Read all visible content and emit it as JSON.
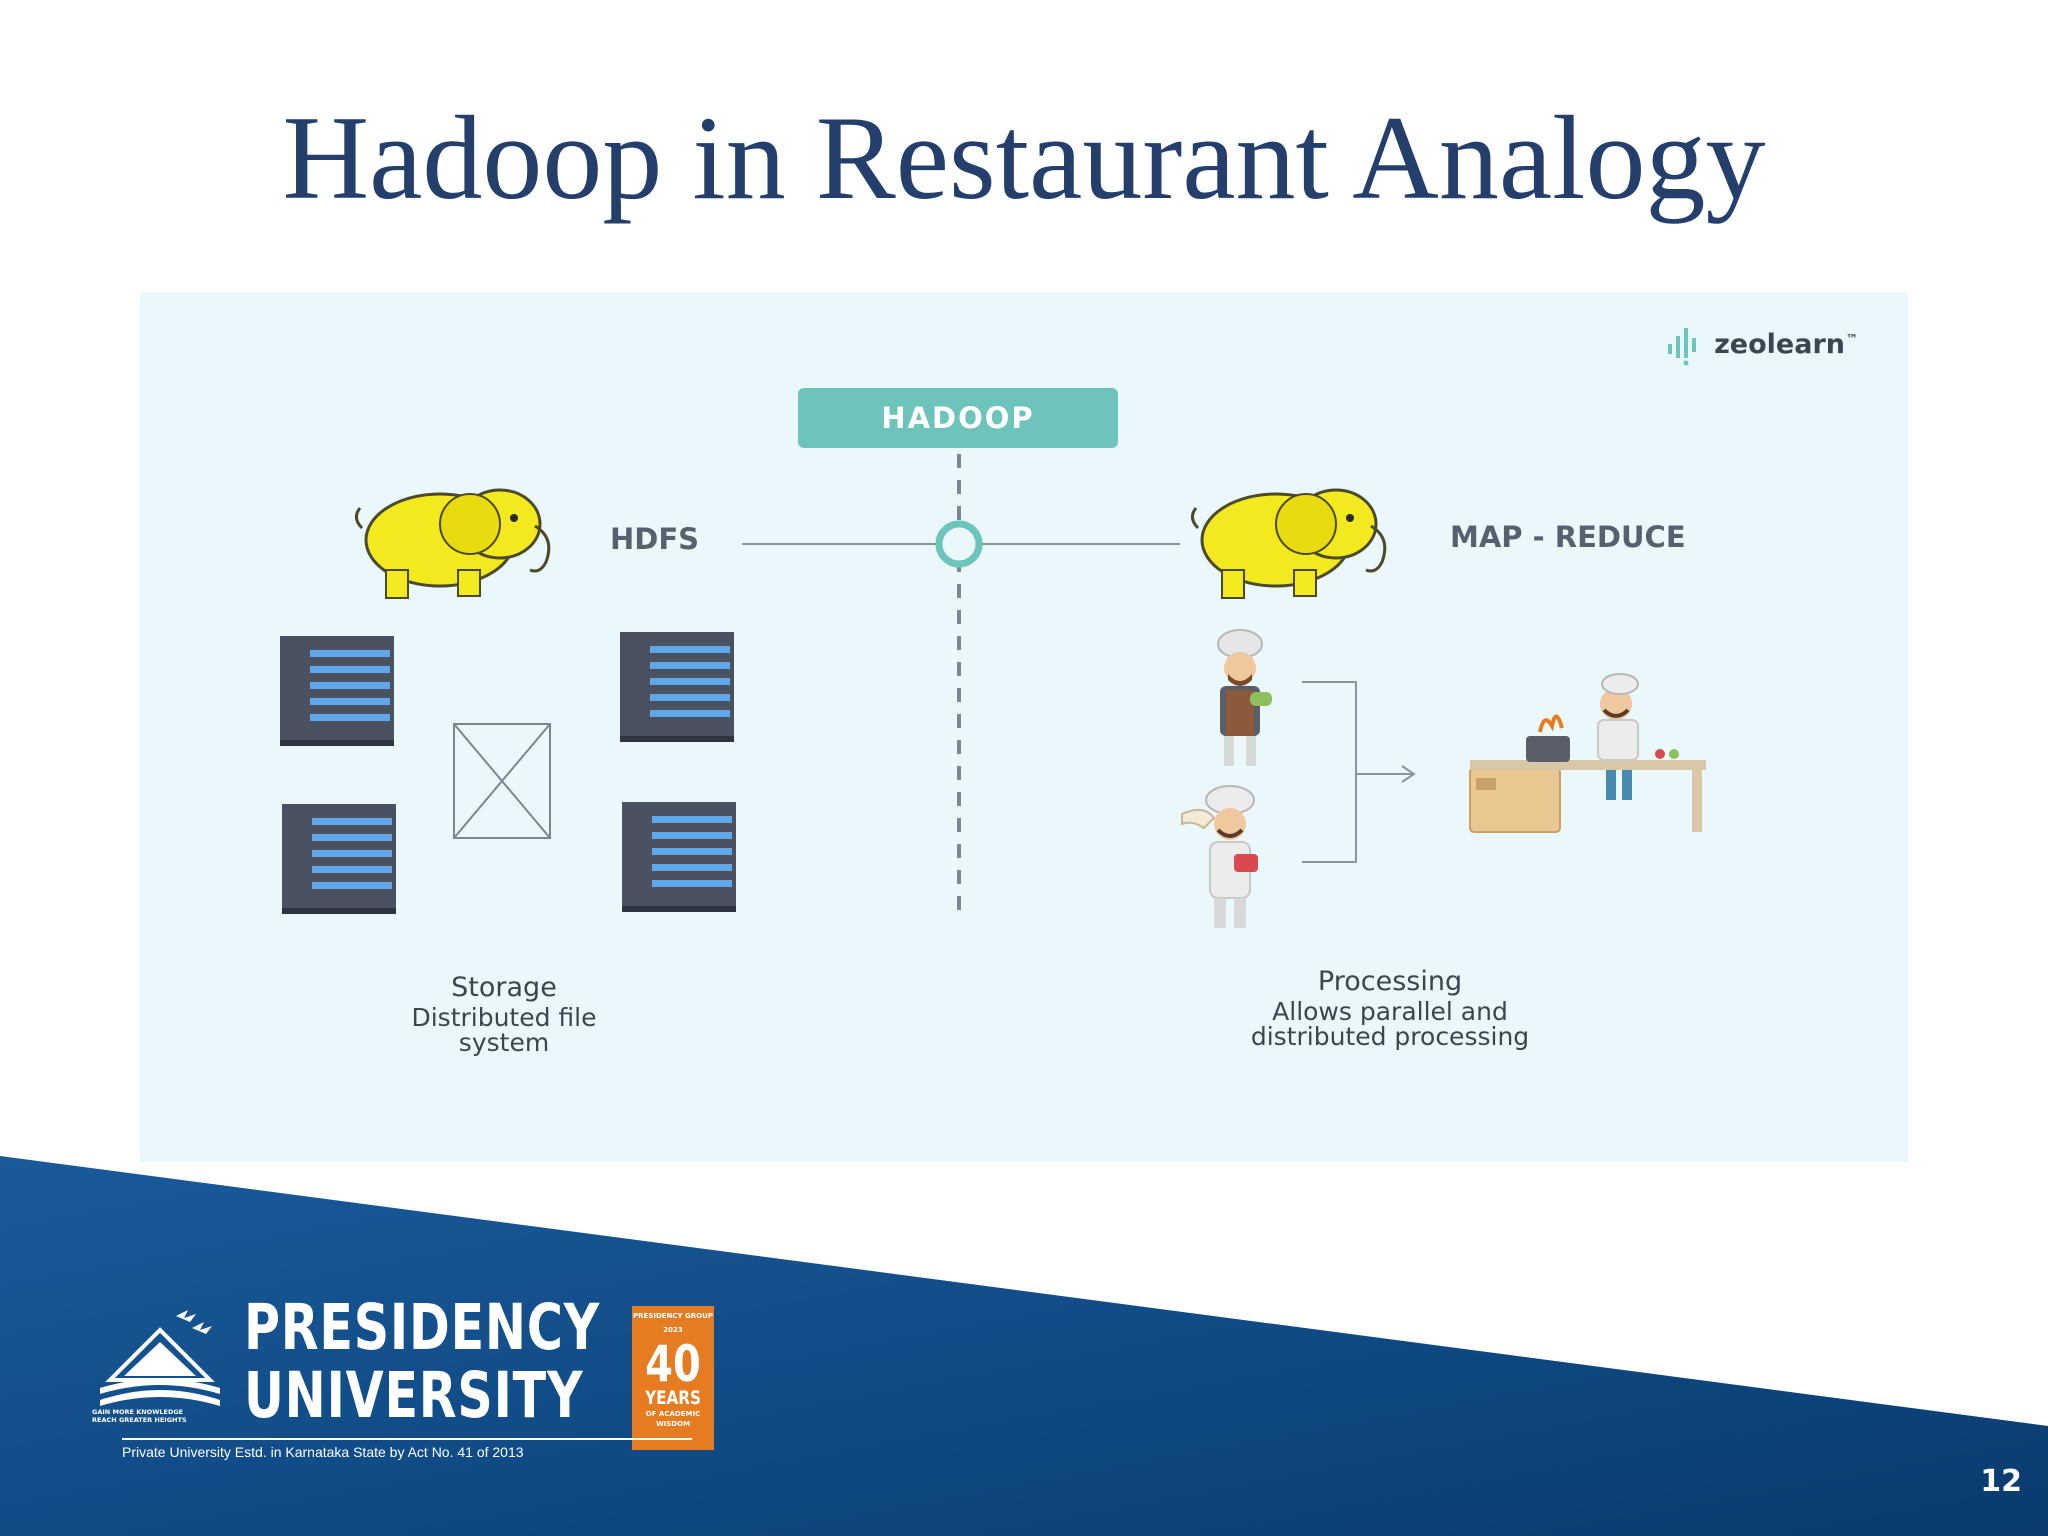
{
  "slide": {
    "title": "Hadoop in Restaurant Analogy",
    "page_number": "12"
  },
  "diagram": {
    "brand": "zeolearn",
    "brand_mark": "™",
    "badge": "HADOOP",
    "left_label": "HDFS",
    "right_label": "MAP - REDUCE",
    "storage_caption": {
      "title": "Storage",
      "lines": [
        "Distributed file",
        "system"
      ]
    },
    "processing_caption": {
      "title": "Processing",
      "lines": [
        "Allows parallel and",
        "distributed processing"
      ]
    },
    "colors": {
      "panel": "#eaf8fb",
      "teal": "#6cc4ba",
      "server": "#4a5262",
      "server_stripe": "#62a8e8",
      "elephant": "#f2ea1e"
    }
  },
  "footer": {
    "university_line1": "PRESIDENCY",
    "university_line2": "UNIVERSITY",
    "motto_line1": "GAIN MORE KNOWLEDGE",
    "motto_line2": "REACH GREATER HEIGHTS",
    "tagline": "Private University Estd. in Karnataka State by Act No. 41 of 2013",
    "anniversary": {
      "group": "PRESIDENCY GROUP",
      "since": "2023",
      "number": "40",
      "years": "YEARS",
      "sub1": "OF ACADEMIC",
      "sub2": "WISDOM"
    },
    "colors": {
      "band_dark": "#0a3a6e",
      "band_light": "#1a5a9a",
      "accent": "#e57c22"
    }
  }
}
